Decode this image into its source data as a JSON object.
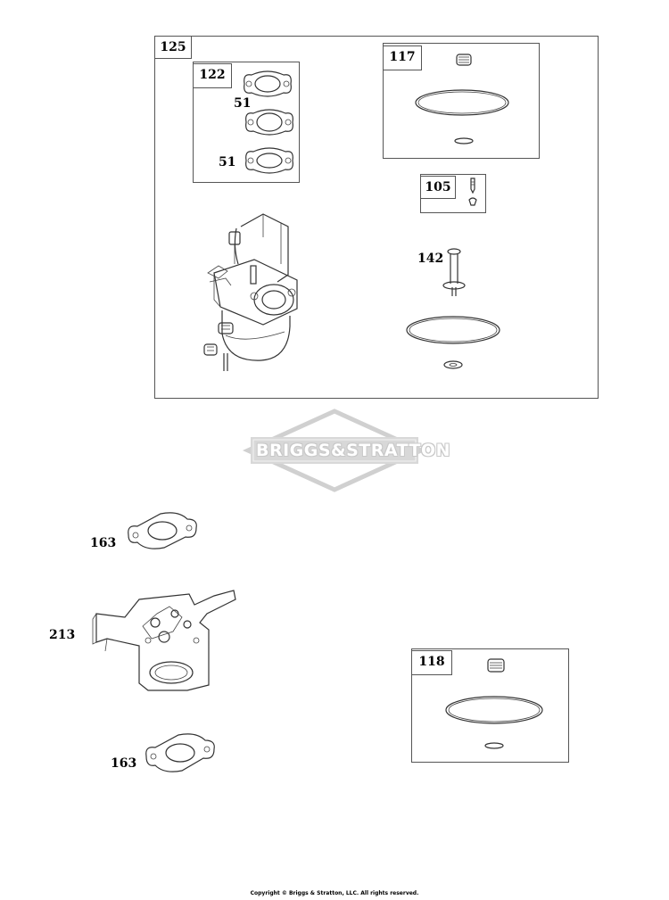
{
  "main_kit": {
    "label": "125"
  },
  "gasket_kit": {
    "label": "122",
    "gasket_upper_label": "51",
    "gasket_lower_label": "51"
  },
  "seal_kit_117": {
    "label": "117"
  },
  "needle_kit": {
    "label": "105"
  },
  "fuel_pin": {
    "label": "142"
  },
  "mount_gasket_top": {
    "label": "163"
  },
  "bracket": {
    "label": "213"
  },
  "mount_gasket_bottom": {
    "label": "163"
  },
  "seal_kit_118": {
    "label": "118"
  },
  "watermark": {
    "text": "BRIGGS&STRATTON"
  },
  "footer": {
    "copyright": "Copyright © Briggs & Stratton, LLC. All rights reserved."
  }
}
